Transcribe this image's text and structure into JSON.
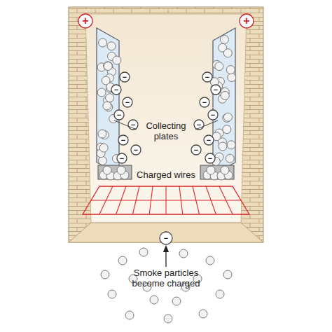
{
  "diagram": {
    "labels": [
      "+",
      "+",
      "Collecting plates",
      "Charged wires",
      "Smoke particles become charged",
      "−",
      "−",
      "−",
      "−",
      "−",
      "−",
      "−",
      "−",
      "−",
      "−",
      "−",
      "−",
      "−",
      "−",
      "−",
      "−",
      "−"
    ]
  }
}
